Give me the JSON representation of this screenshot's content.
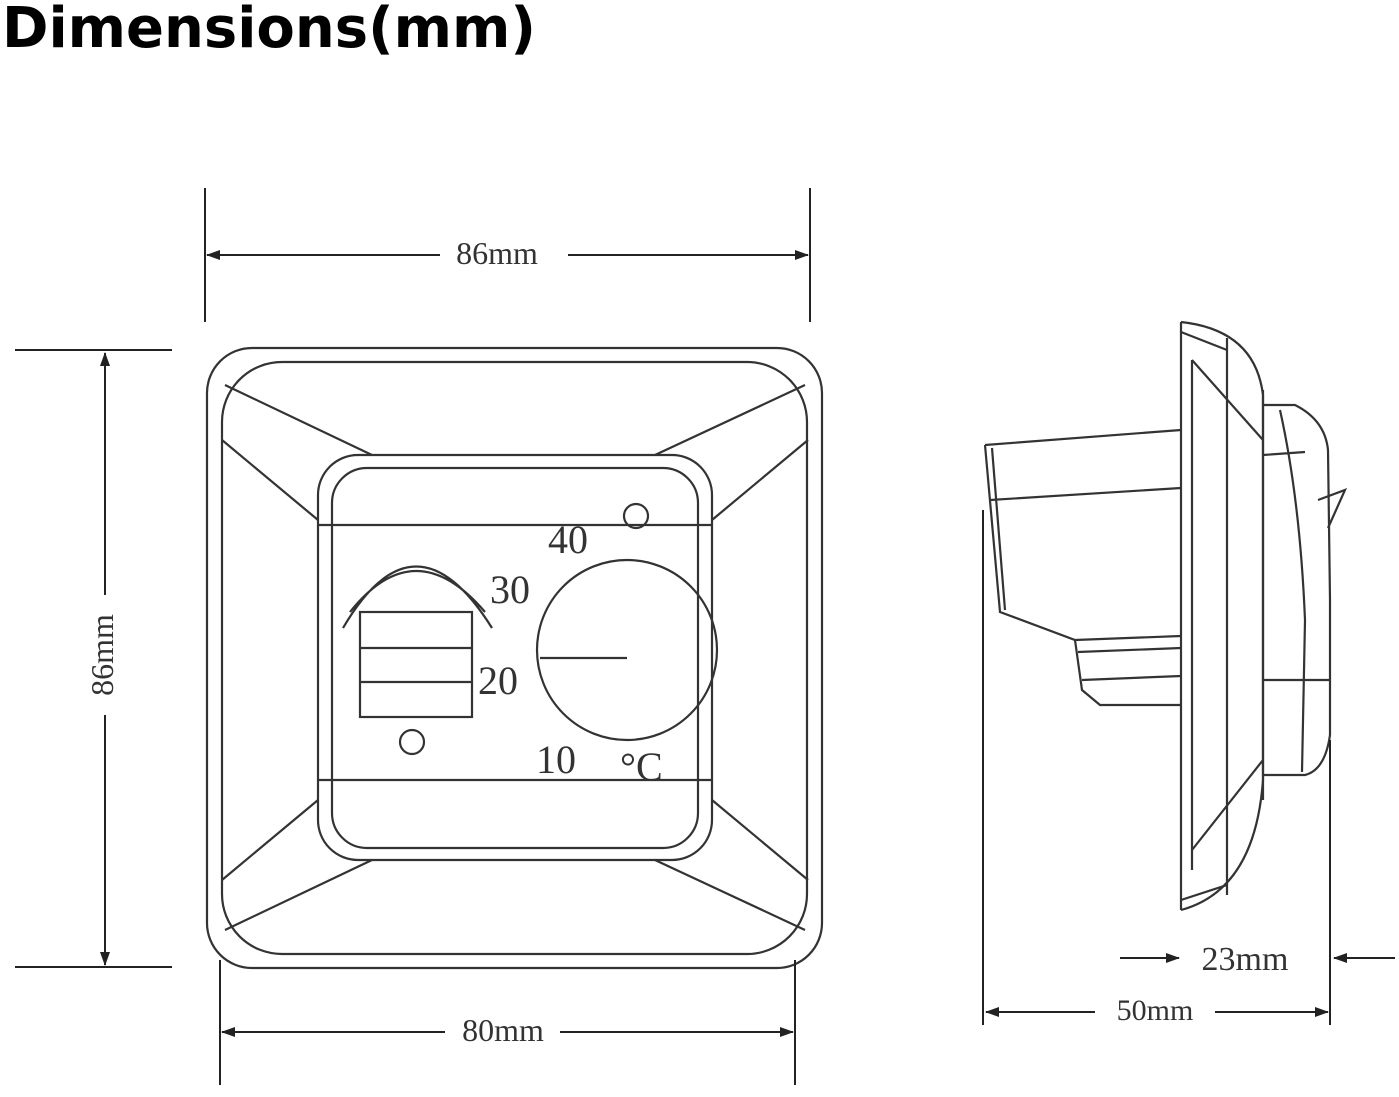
{
  "title": "Dimensions(mm)",
  "dimensions": {
    "front_width": "86mm",
    "front_height": "86mm",
    "inner_width": "80mm",
    "front_depth": "23mm",
    "total_depth": "50mm"
  },
  "dial": {
    "scale": [
      "40",
      "30",
      "20",
      "10"
    ],
    "unit": "°C"
  }
}
